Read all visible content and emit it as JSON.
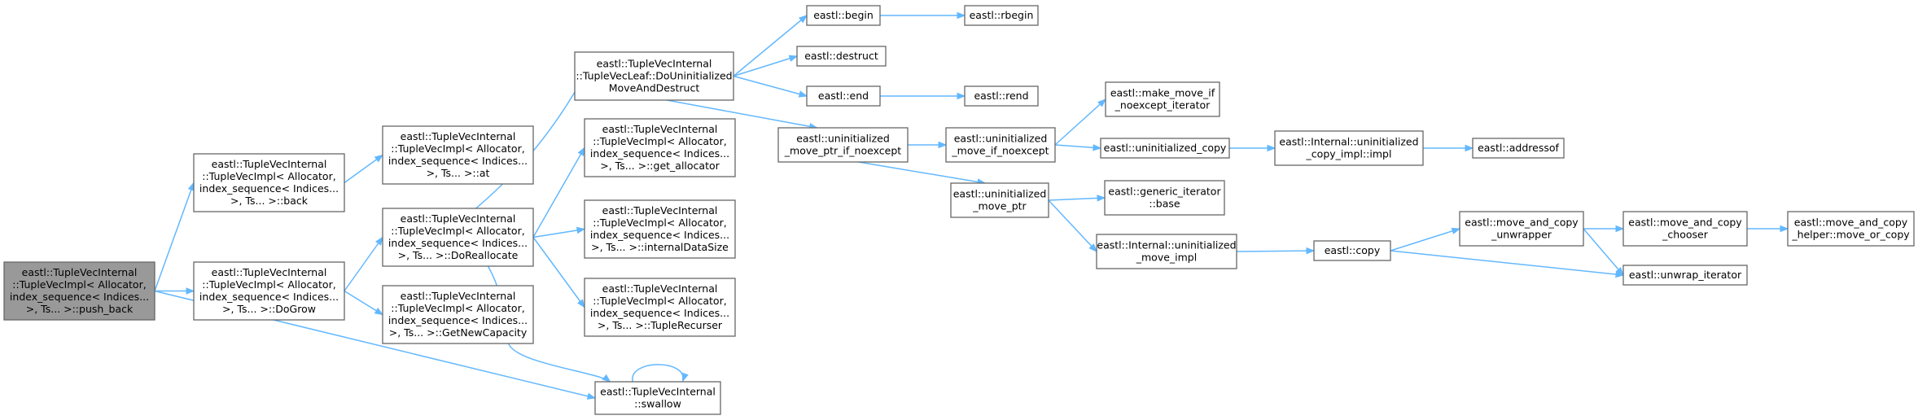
{
  "nodes": [
    {
      "id": "push_back",
      "root": true,
      "lines": [
        "eastl::TupleVecInternal",
        "::TupleVecImpl< Allocator,",
        "index_sequence< Indices...",
        ">, Ts... >::push_back"
      ]
    },
    {
      "id": "back",
      "lines": [
        "eastl::TupleVecInternal",
        "::TupleVecImpl< Allocator,",
        "index_sequence< Indices...",
        ">, Ts... >::back"
      ]
    },
    {
      "id": "DoGrow",
      "lines": [
        "eastl::TupleVecInternal",
        "::TupleVecImpl< Allocator,",
        "index_sequence< Indices...",
        ">, Ts... >::DoGrow"
      ]
    },
    {
      "id": "at",
      "lines": [
        "eastl::TupleVecInternal",
        "::TupleVecImpl< Allocator,",
        "index_sequence< Indices...",
        ">, Ts... >::at"
      ]
    },
    {
      "id": "DoReallocate",
      "lines": [
        "eastl::TupleVecInternal",
        "::TupleVecImpl< Allocator,",
        "index_sequence< Indices...",
        ">, Ts... >::DoReallocate"
      ]
    },
    {
      "id": "GetNewCapacity",
      "lines": [
        "eastl::TupleVecInternal",
        "::TupleVecImpl< Allocator,",
        "index_sequence< Indices...",
        ">, Ts... >::GetNewCapacity"
      ]
    },
    {
      "id": "DoUninit",
      "lines": [
        "eastl::TupleVecInternal",
        "::TupleVecLeaf::DoUninitialized",
        "MoveAndDestruct"
      ]
    },
    {
      "id": "get_allocator",
      "lines": [
        "eastl::TupleVecInternal",
        "::TupleVecImpl< Allocator,",
        "index_sequence< Indices...",
        ">, Ts... >::get_allocator"
      ]
    },
    {
      "id": "internalDataSize",
      "lines": [
        "eastl::TupleVecInternal",
        "::TupleVecImpl< Allocator,",
        "index_sequence< Indices...",
        ">, Ts... >::internalDataSize"
      ]
    },
    {
      "id": "TupleRecurser",
      "lines": [
        "eastl::TupleVecInternal",
        "::TupleVecImpl< Allocator,",
        "index_sequence< Indices...",
        ">, Ts... >::TupleRecurser"
      ]
    },
    {
      "id": "swallow",
      "lines": [
        "eastl::TupleVecInternal",
        "::swallow"
      ]
    },
    {
      "id": "begin",
      "lines": [
        "eastl::begin"
      ]
    },
    {
      "id": "destruct",
      "lines": [
        "eastl::destruct"
      ]
    },
    {
      "id": "end",
      "lines": [
        "eastl::end"
      ]
    },
    {
      "id": "umpine",
      "lines": [
        "eastl::uninitialized",
        "_move_ptr_if_noexcept"
      ]
    },
    {
      "id": "rbegin",
      "lines": [
        "eastl::rbegin"
      ]
    },
    {
      "id": "rend",
      "lines": [
        "eastl::rend"
      ]
    },
    {
      "id": "umine",
      "lines": [
        "eastl::uninitialized",
        "_move_if_noexcept"
      ]
    },
    {
      "id": "ump",
      "lines": [
        "eastl::uninitialized",
        "_move_ptr"
      ]
    },
    {
      "id": "mmine",
      "lines": [
        "eastl::make_move_if",
        "_noexcept_iterator"
      ]
    },
    {
      "id": "ucopy",
      "lines": [
        "eastl::uninitialized_copy"
      ]
    },
    {
      "id": "gibase",
      "lines": [
        "eastl::generic_iterator",
        "::base"
      ]
    },
    {
      "id": "iumi",
      "lines": [
        "eastl::Internal::uninitialized",
        "_move_impl"
      ]
    },
    {
      "id": "iucii",
      "lines": [
        "eastl::Internal::uninitialized",
        "_copy_impl::impl"
      ]
    },
    {
      "id": "copy",
      "lines": [
        "eastl::copy"
      ]
    },
    {
      "id": "addressof",
      "lines": [
        "eastl::addressof"
      ]
    },
    {
      "id": "macu",
      "lines": [
        "eastl::move_and_copy",
        "_unwrapper"
      ]
    },
    {
      "id": "macc",
      "lines": [
        "eastl::move_and_copy",
        "_chooser"
      ]
    },
    {
      "id": "unwrap",
      "lines": [
        "eastl::unwrap_iterator"
      ]
    },
    {
      "id": "machmoc",
      "lines": [
        "eastl::move_and_copy",
        "_helper::move_or_copy"
      ]
    }
  ],
  "edges": [
    [
      "push_back",
      "back"
    ],
    [
      "push_back",
      "DoGrow"
    ],
    [
      "push_back",
      "swallow"
    ],
    [
      "back",
      "at"
    ],
    [
      "DoGrow",
      "DoReallocate"
    ],
    [
      "DoGrow",
      "GetNewCapacity"
    ],
    [
      "DoReallocate",
      "DoUninit"
    ],
    [
      "DoReallocate",
      "get_allocator"
    ],
    [
      "DoReallocate",
      "internalDataSize"
    ],
    [
      "DoReallocate",
      "TupleRecurser"
    ],
    [
      "DoReallocate",
      "swallow"
    ],
    [
      "DoUninit",
      "begin"
    ],
    [
      "DoUninit",
      "destruct"
    ],
    [
      "DoUninit",
      "end"
    ],
    [
      "DoUninit",
      "umpine"
    ],
    [
      "begin",
      "rbegin"
    ],
    [
      "end",
      "rend"
    ],
    [
      "umpine",
      "umine"
    ],
    [
      "umpine",
      "ump"
    ],
    [
      "umine",
      "mmine"
    ],
    [
      "umine",
      "ucopy"
    ],
    [
      "ump",
      "gibase"
    ],
    [
      "ump",
      "iumi"
    ],
    [
      "ucopy",
      "iucii"
    ],
    [
      "iucii",
      "addressof"
    ],
    [
      "iumi",
      "copy"
    ],
    [
      "copy",
      "macu"
    ],
    [
      "copy",
      "unwrap"
    ],
    [
      "macu",
      "macc"
    ],
    [
      "macu",
      "unwrap"
    ],
    [
      "macc",
      "machmoc"
    ],
    [
      "swallow",
      "swallow"
    ]
  ],
  "colors": {
    "edge": "#63b8ff",
    "node_border": "#666666",
    "root_fill": "#999999",
    "node_fill": "#ffffff"
  }
}
